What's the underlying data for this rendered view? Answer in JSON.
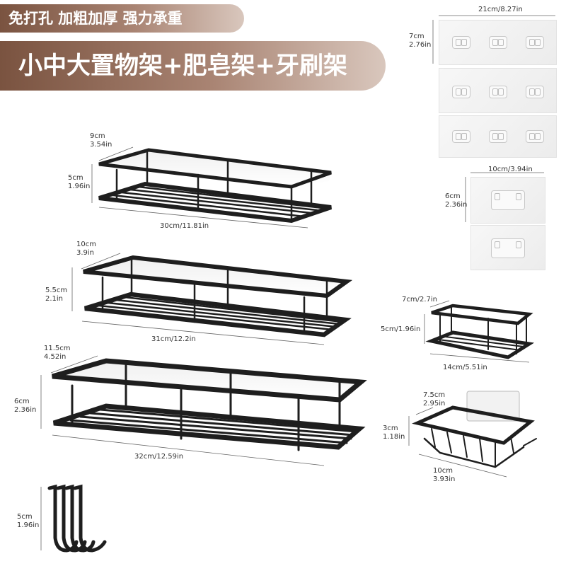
{
  "banner_top": "免打孔 加粗加厚 强力承重",
  "banner_main": "小中大置物架+肥皂架+牙刷架",
  "adhesive_large": {
    "width": "21cm/8.27in",
    "height_cm": "7cm",
    "height_in": "2.76in"
  },
  "adhesive_small": {
    "width": "10cm/3.94in",
    "height_cm": "6cm",
    "height_in": "2.36in"
  },
  "shelf_small": {
    "depth_cm": "9cm",
    "depth_in": "3.54in",
    "height_cm": "5cm",
    "height_in": "1.96in",
    "length": "30cm/11.81in"
  },
  "shelf_medium": {
    "depth_cm": "10cm",
    "depth_in": "3.9in",
    "height_cm": "5.5cm",
    "height_in": "2.1in",
    "length": "31cm/12.2in"
  },
  "shelf_large": {
    "depth_cm": "11.5cm",
    "depth_in": "4.52in",
    "height_cm": "6cm",
    "height_in": "2.36in",
    "length": "32cm/12.59in"
  },
  "toothbrush_rack": {
    "depth": "7cm/2.7in",
    "height": "5cm/1.96in",
    "length": "14cm/5.51in"
  },
  "soap_rack": {
    "depth_cm": "7.5cm",
    "depth_in": "2.95in",
    "height_cm": "3cm",
    "height_in": "1.18in",
    "length_cm": "10cm",
    "length_in": "3.93in"
  },
  "hooks": {
    "height_cm": "5cm",
    "height_in": "1.96in"
  }
}
